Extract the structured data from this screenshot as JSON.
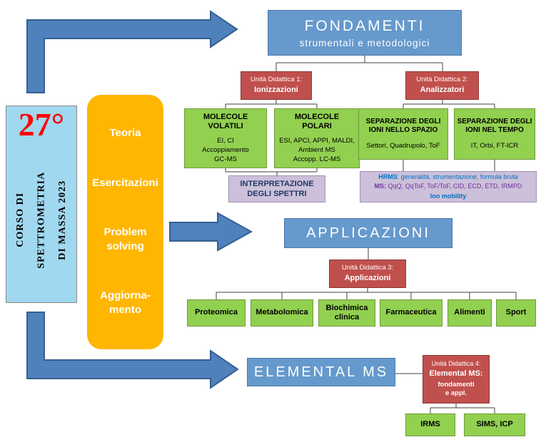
{
  "banner": {
    "number": "27°",
    "title": "CORSO DI\nSPETTROMETRIA\nDI MASSA 2023"
  },
  "methods": {
    "items": [
      "Teoria",
      "Esercitazioni",
      "Problem\nsolving",
      "Aggiorna-\nmento"
    ]
  },
  "fondamenti": {
    "title": "FONDAMENTI",
    "subtitle": "strumentali e metodologici",
    "unit1_label": "Unità Didattica 1:",
    "unit1_name": "Ionizzazioni",
    "unit2_label": "Unità Didattica 2:",
    "unit2_name": "Analizzatori",
    "volatili_title": "MOLECOLE\nVOLATILI",
    "volatili_detail": "EI, CI\nAccoppiamento\nGC-MS",
    "polari_title": "MOLECOLE\nPOLARI",
    "polari_detail": "ESI, APCI, APPI, MALDI,\nAmbient MS\nAccopp. LC-MS",
    "interpretazione": "INTERPRETAZIONE\nDEGLI SPETTRI",
    "spazio_title": "SEPARAZIONE DEGLI\nIONI NELLO SPAZIO",
    "spazio_detail": "Settori, Quadrupolo, ToF",
    "tempo_title": "SEPARAZIONE DEGLI\nIONI NEL TEMPO",
    "tempo_detail": "IT, Orbi, FT-ICR",
    "note_line1_prefix": "HRMS",
    "note_line1_rest": ": generalità, strumentazione, formula bruta",
    "note_line2_prefix": "MS:",
    "note_line2_rest": " QqQ, QqToF, ToF/ToF, CID, ECD, ETD, IRMPD",
    "note_line3": "Ion mobility"
  },
  "applicazioni": {
    "title": "APPLICAZIONI",
    "unit3_label": "Unità Didattica 3:",
    "unit3_name": "Applicazioni",
    "areas": [
      "Proteomica",
      "Metabolomica",
      "Biochimica\nclinica",
      "Farmaceutica",
      "Alimenti",
      "Sport"
    ]
  },
  "elemental": {
    "title": "ELEMENTAL MS",
    "unit4_label": "Unità Didattica 4:",
    "unit4_name": "Elemental MS:",
    "unit4_detail": "fondamenti\ne appl.",
    "areas": [
      "IRMS",
      "SIMS, ICP"
    ]
  },
  "colors": {
    "section_blue": "#6699cc",
    "unit_red": "#c0504d",
    "topic_green": "#92d050",
    "note_lavender": "#ccc0da",
    "methods_orange": "#ffb600",
    "banner_blue": "#a0d8ef",
    "arrow_blue": "#4f81bd",
    "note_blue": "#0070c0",
    "note_purple": "#7030a0",
    "number_red": "#ff0000"
  }
}
